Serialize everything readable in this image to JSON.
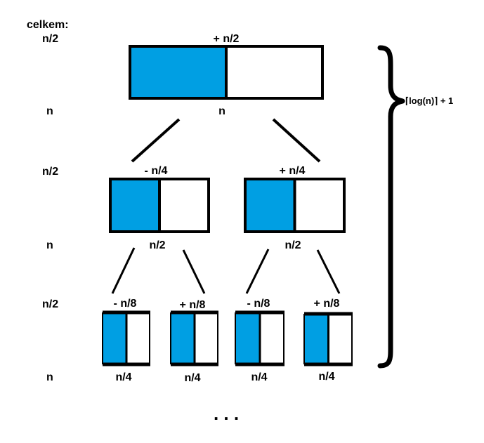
{
  "left_column": {
    "header": "celkem:",
    "rows": [
      "n/2",
      "n",
      "n/2",
      "n",
      "n/2",
      "n"
    ]
  },
  "level1": {
    "box": {
      "fill_fraction": 0.5,
      "top_label": "+ n/2",
      "bottom_label": "n"
    }
  },
  "level2": {
    "boxes": [
      {
        "fill_fraction": 0.5,
        "top_label": "- n/4",
        "bottom_label": "n/2"
      },
      {
        "fill_fraction": 0.5,
        "top_label": "+ n/4",
        "bottom_label": "n/2"
      }
    ]
  },
  "level3": {
    "boxes": [
      {
        "fill_fraction": 0.5,
        "top_label": "- n/8",
        "bottom_label": "n/4"
      },
      {
        "fill_fraction": 0.5,
        "top_label": "+ n/8",
        "bottom_label": "n/4"
      },
      {
        "fill_fraction": 0.5,
        "top_label": "- n/8",
        "bottom_label": "n/4"
      },
      {
        "fill_fraction": 0.5,
        "top_label": "+ n/8",
        "bottom_label": "n/4"
      }
    ]
  },
  "brace_label": "⌈log(n)⌉ + 1",
  "ellipsis": ". . .",
  "colors": {
    "fill": "#009fe3",
    "stroke": "#000000",
    "background": "#ffffff"
  }
}
